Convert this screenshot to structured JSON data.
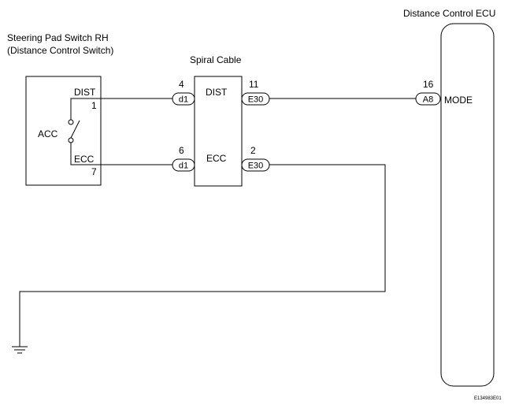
{
  "title_ecu": "Distance Control ECU",
  "switch": {
    "title_line1": "Steering Pad Switch RH",
    "title_line2": "(Distance Control Switch)",
    "acc_label": "ACC",
    "dist_label": "DIST",
    "dist_pin": "1",
    "ecc_label": "ECC",
    "ecc_pin": "7"
  },
  "spiral": {
    "title": "Spiral Cable",
    "dist_label": "DIST",
    "ecc_label": "ECC",
    "dist_in_pin": "4",
    "dist_in_connector": "d1",
    "ecc_in_pin": "6",
    "ecc_in_connector": "d1",
    "dist_out_pin": "11",
    "dist_out_connector": "E30",
    "ecc_out_pin": "2",
    "ecc_out_connector": "E30"
  },
  "ecu": {
    "mode_pin": "16",
    "mode_connector": "A8",
    "mode_label": "MODE"
  },
  "figure_id": "E134983E01"
}
